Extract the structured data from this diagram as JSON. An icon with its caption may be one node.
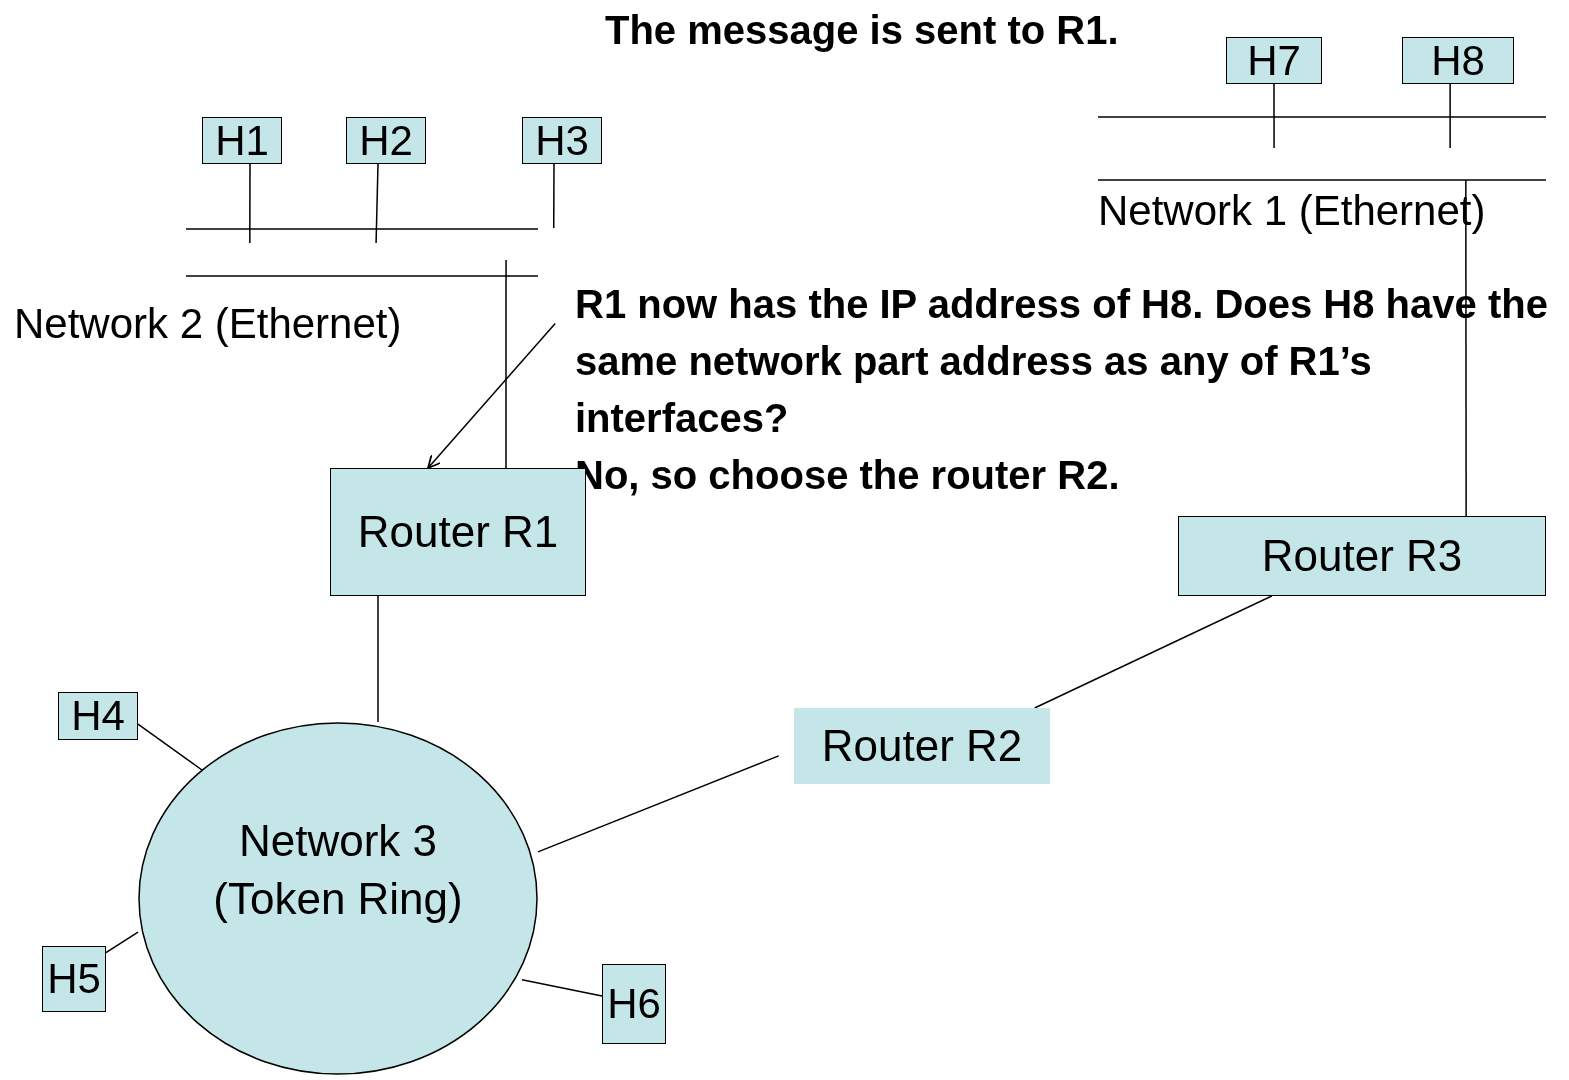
{
  "diagram": {
    "title": "The message is sent to R1.",
    "nodes": [
      {
        "text": [
          "H7"
        ]
      },
      {
        "text": [
          "H8"
        ]
      },
      {
        "text": [
          "H1"
        ]
      },
      {
        "text": [
          "H2"
        ]
      },
      {
        "text": [
          "H3"
        ]
      },
      {
        "text": [
          "Network 1 (Ethernet)"
        ]
      },
      {
        "text": [
          "Network 2 (Ethernet)"
        ]
      },
      {
        "text": [
          "R1 now has the IP address of H8. Does H8 have the same network part address as any of R1’s interfaces?",
          "No, so choose the router R2."
        ]
      },
      {
        "text": [
          "Router R1"
        ]
      },
      {
        "text": [
          "Router R3"
        ]
      },
      {
        "text": [
          "H4"
        ]
      },
      {
        "text": [
          "Router R2"
        ]
      },
      {
        "text": [
          "Network 3 (Token Ring)"
        ]
      },
      {
        "text": [
          "H5"
        ]
      },
      {
        "text": [
          "H6"
        ]
      }
    ],
    "edges": [
      {
        "from": 0,
        "to": 5,
        "arrow": "none"
      },
      {
        "from": 1,
        "to": 5,
        "arrow": "none"
      },
      {
        "from": 2,
        "to": 6,
        "arrow": "none"
      },
      {
        "from": 3,
        "to": 6,
        "arrow": "none"
      },
      {
        "from": 4,
        "to": 6,
        "arrow": "none"
      },
      {
        "from": 8,
        "to": 6,
        "arrow": "none"
      },
      {
        "from": 9,
        "to": 5,
        "arrow": "none"
      },
      {
        "from": 7,
        "to": 8,
        "arrow": "to"
      },
      {
        "from": 8,
        "to": 12,
        "arrow": "none"
      },
      {
        "from": 10,
        "to": 12,
        "arrow": "none"
      },
      {
        "from": 13,
        "to": 12,
        "arrow": "none"
      },
      {
        "from": 14,
        "to": 12,
        "arrow": "none"
      },
      {
        "from": 12,
        "to": 11,
        "arrow": "none"
      },
      {
        "from": 11,
        "to": 9,
        "arrow": "none"
      }
    ]
  }
}
